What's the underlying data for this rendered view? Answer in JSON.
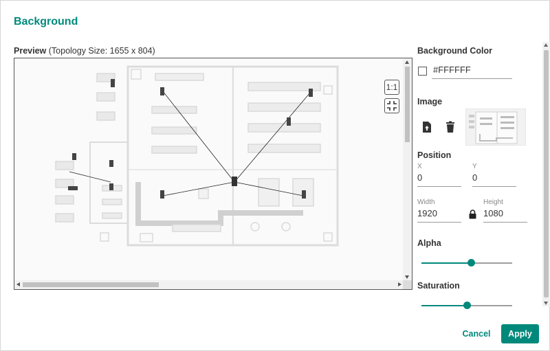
{
  "dialog": {
    "title": "Background"
  },
  "preview": {
    "label": "Preview",
    "size_text": "(Topology Size: 1655 x 804)",
    "zoom_actual_label": "1:1",
    "fit_icon": "fit-to-screen-icon"
  },
  "background_color": {
    "label": "Background Color",
    "value": "#FFFFFF",
    "swatch": "#FFFFFF"
  },
  "image": {
    "label": "Image",
    "upload_icon": "upload-file-icon",
    "delete_icon": "trash-icon"
  },
  "position": {
    "label": "Position",
    "x_label": "X",
    "x_value": "0",
    "y_label": "Y",
    "y_value": "0",
    "width_label": "Width",
    "width_value": "1920",
    "height_label": "Height",
    "height_value": "1080",
    "lock_icon": "lock-icon"
  },
  "alpha": {
    "label": "Alpha",
    "level": 0.55
  },
  "saturation": {
    "label": "Saturation",
    "level": 0.5
  },
  "footer": {
    "cancel_label": "Cancel",
    "apply_label": "Apply"
  },
  "colors": {
    "accent": "#00897B",
    "text": "#333333"
  }
}
